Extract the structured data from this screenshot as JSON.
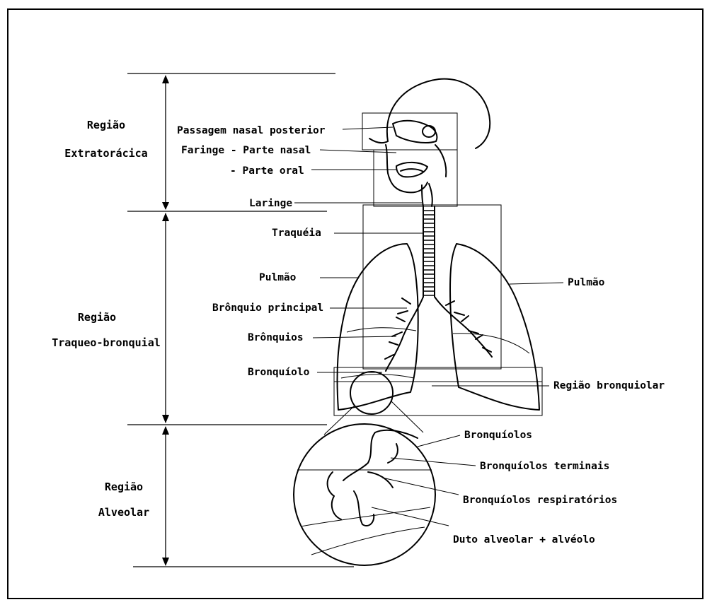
{
  "regions": {
    "extrathoracic": [
      "Região",
      "Extratorácica"
    ],
    "tracheobronchial": [
      "Região",
      "Traqueo-bronquial"
    ],
    "alveolar": [
      "Região",
      "Alveolar"
    ]
  },
  "labels": {
    "nasal_posterior": "Passagem nasal posterior",
    "pharynx_nasal": "Faringe - Parte nasal",
    "pharynx_oral": "- Parte oral",
    "larynx": "Laringe",
    "trachea": "Traquéia",
    "lung_left": "Pulmão",
    "lung_right": "Pulmão",
    "main_bronchus": "Brônquio principal",
    "bronchi": "Brônquios",
    "bronchiole": "Bronquíolo",
    "bronchiolar_region": "Região bronquiolar",
    "bronchioles": "Bronquíolos",
    "terminal_bronchioles": "Bronquíolos terminais",
    "respiratory_bronchioles": "Bronquíolos respiratórios",
    "alveolar_duct": "Duto alveolar + alvéolo"
  }
}
